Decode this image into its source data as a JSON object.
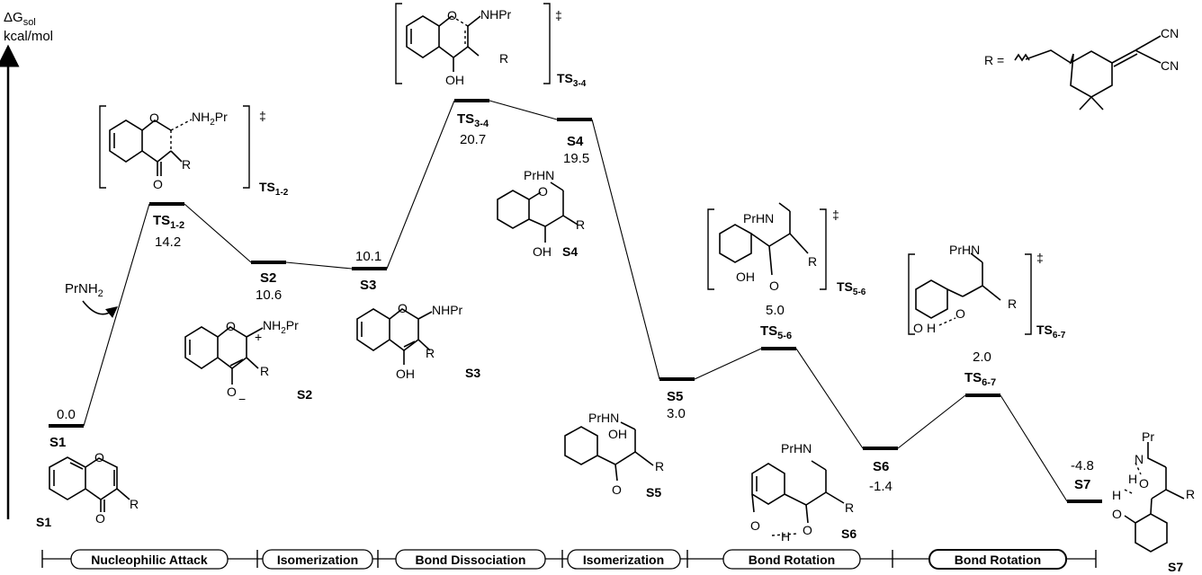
{
  "axis": {
    "label_symbol": "ΔG",
    "label_sub": "sol",
    "units": "kcal/mol"
  },
  "r_group_prefix": "R =",
  "r_group_cn": "CN",
  "ts_symbol": "‡",
  "reagent": {
    "text": "PrNH",
    "sub": "2"
  },
  "levels": [
    {
      "id": "S1",
      "name": "S1",
      "sub": "",
      "energy": "0.0"
    },
    {
      "id": "TS12",
      "name": "TS",
      "sub": "1-2",
      "energy": "14.2"
    },
    {
      "id": "S2",
      "name": "S2",
      "sub": "",
      "energy": "10.6"
    },
    {
      "id": "S3",
      "name": "S3",
      "sub": "",
      "energy": "10.1"
    },
    {
      "id": "TS34",
      "name": "TS",
      "sub": "3-4",
      "energy": "20.7"
    },
    {
      "id": "S4",
      "name": "S4",
      "sub": "",
      "energy": "19.5"
    },
    {
      "id": "S5",
      "name": "S5",
      "sub": "",
      "energy": "3.0"
    },
    {
      "id": "TS56",
      "name": "TS",
      "sub": "5-6",
      "energy": "5.0"
    },
    {
      "id": "S6",
      "name": "S6",
      "sub": "",
      "energy": "-1.4"
    },
    {
      "id": "TS67",
      "name": "TS",
      "sub": "6-7",
      "energy": "2.0"
    },
    {
      "id": "S7",
      "name": "S7",
      "sub": "",
      "energy": "-4.8"
    }
  ],
  "phases": [
    "Nucleophilic Attack",
    "Isomerization",
    "Bond Dissociation",
    "Isomerization",
    "Bond Rotation",
    "Bond Rotation"
  ],
  "structures": {
    "s1": {
      "o": "O",
      "o2": "O",
      "r": "R",
      "label": "S1"
    },
    "ts12": {
      "o": "O",
      "amine": "NH",
      "amine_sub": "2",
      "amine_tail": "Pr",
      "o2": "O",
      "r": "R",
      "label_main": "TS",
      "label_sub": "1-2"
    },
    "s2": {
      "o": "O",
      "amine": "NH",
      "amine_sub": "2",
      "amine_tail": "Pr",
      "plus": "+",
      "o2": "O",
      "minus": "−",
      "r": "R",
      "label": "S2"
    },
    "s3": {
      "o": "O",
      "amine": "NHPr",
      "r": "R",
      "oh": "OH",
      "label": "S3"
    },
    "ts34": {
      "o": "O",
      "amine": "NHPr",
      "r": "R",
      "oh": "OH",
      "label_main": "TS",
      "label_sub": "3-4"
    },
    "s4": {
      "amine": "PrHN",
      "o": "O",
      "r": "R",
      "oh": "OH",
      "label": "S4"
    },
    "s5": {
      "amine": "PrHN",
      "oh": "OH",
      "r": "R",
      "o": "O",
      "label": "S5"
    },
    "ts56": {
      "amine": "PrHN",
      "oh": "OH",
      "o": "O",
      "r": "R",
      "label_main": "TS",
      "label_sub": "5-6"
    },
    "s6": {
      "amine": "PrHN",
      "o": "O",
      "h": "H",
      "o2": "O",
      "r": "R",
      "label": "S6"
    },
    "ts67": {
      "amine": "PrHN",
      "o": "O",
      "h": "H",
      "o2": "O",
      "r": "R",
      "label_main": "TS",
      "label_sub": "6-7"
    },
    "s7": {
      "pr": "Pr",
      "n": "N",
      "h": "H",
      "o2": "O",
      "h2": "H",
      "o": "O",
      "r": "R",
      "label": "S7"
    }
  }
}
